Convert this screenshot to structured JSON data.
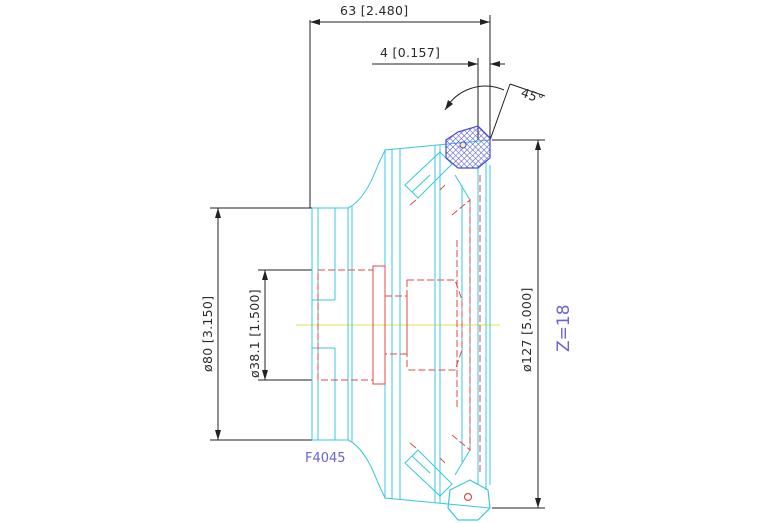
{
  "dimensions": {
    "overall_length": "63 [2.480]",
    "chamfer_width": "4 [0.157]",
    "chamfer_angle": "45°",
    "shank_diameter": "ø80 [3.150]",
    "bore_diameter": "ø38.1 [1.500]",
    "cutter_diameter": "ø127 [5.000]"
  },
  "labels": {
    "model": "F4045",
    "teeth": "Z=18"
  },
  "colors": {
    "body_outline": "#38c8dc",
    "hidden_lines": "#e04a4a",
    "dimension_lines": "#222222",
    "center_line": "#e6e24a",
    "label": "#6b63d9",
    "insert_hatch": "#4a4ad8"
  }
}
